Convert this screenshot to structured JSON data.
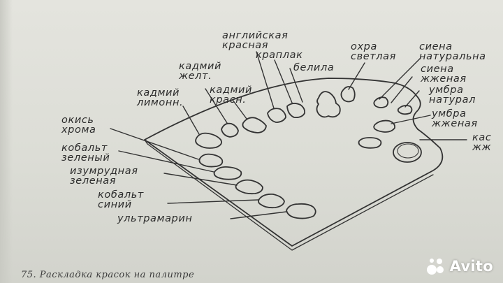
{
  "labels": {
    "angliyskaya_1": "английская",
    "angliyskaya_2": "красная",
    "kraplak": "краплак",
    "ohra_1": "охра",
    "ohra_2": "светлая",
    "siena_nat_1": "сиена",
    "siena_nat_2": "натуральна",
    "belila": "белила",
    "siena_zh_1": "сиена",
    "siena_zh_2": "жженая",
    "umbra_nat_1": "умбра",
    "umbra_nat_2": "натурал",
    "umbra_zh_1": "умбра",
    "umbra_zh_2": "жженая",
    "kas_1": "кас",
    "kas_2": "жж",
    "kadmiy_zh_1": "кадмий",
    "kadmiy_zh_2": "желт.",
    "kadmiy_kr_1": "кадмий",
    "kadmiy_kr_2": "красн.",
    "kadmiy_lim_1": "кадмий",
    "kadmiy_lim_2": "лимонн.",
    "okis_1": "окись",
    "okis_2": "хрома",
    "kobalt_z_1": "кобальт",
    "kobalt_z_2": "зеленый",
    "izumr_1": "изумрудная",
    "izumr_2": "зеленая",
    "kobalt_s_1": "кобальт",
    "kobalt_s_2": "синий",
    "ultramarin": "ультрамарин"
  },
  "caption": "75. Раскладка красок на палитре",
  "watermark": {
    "text": "Avito"
  }
}
